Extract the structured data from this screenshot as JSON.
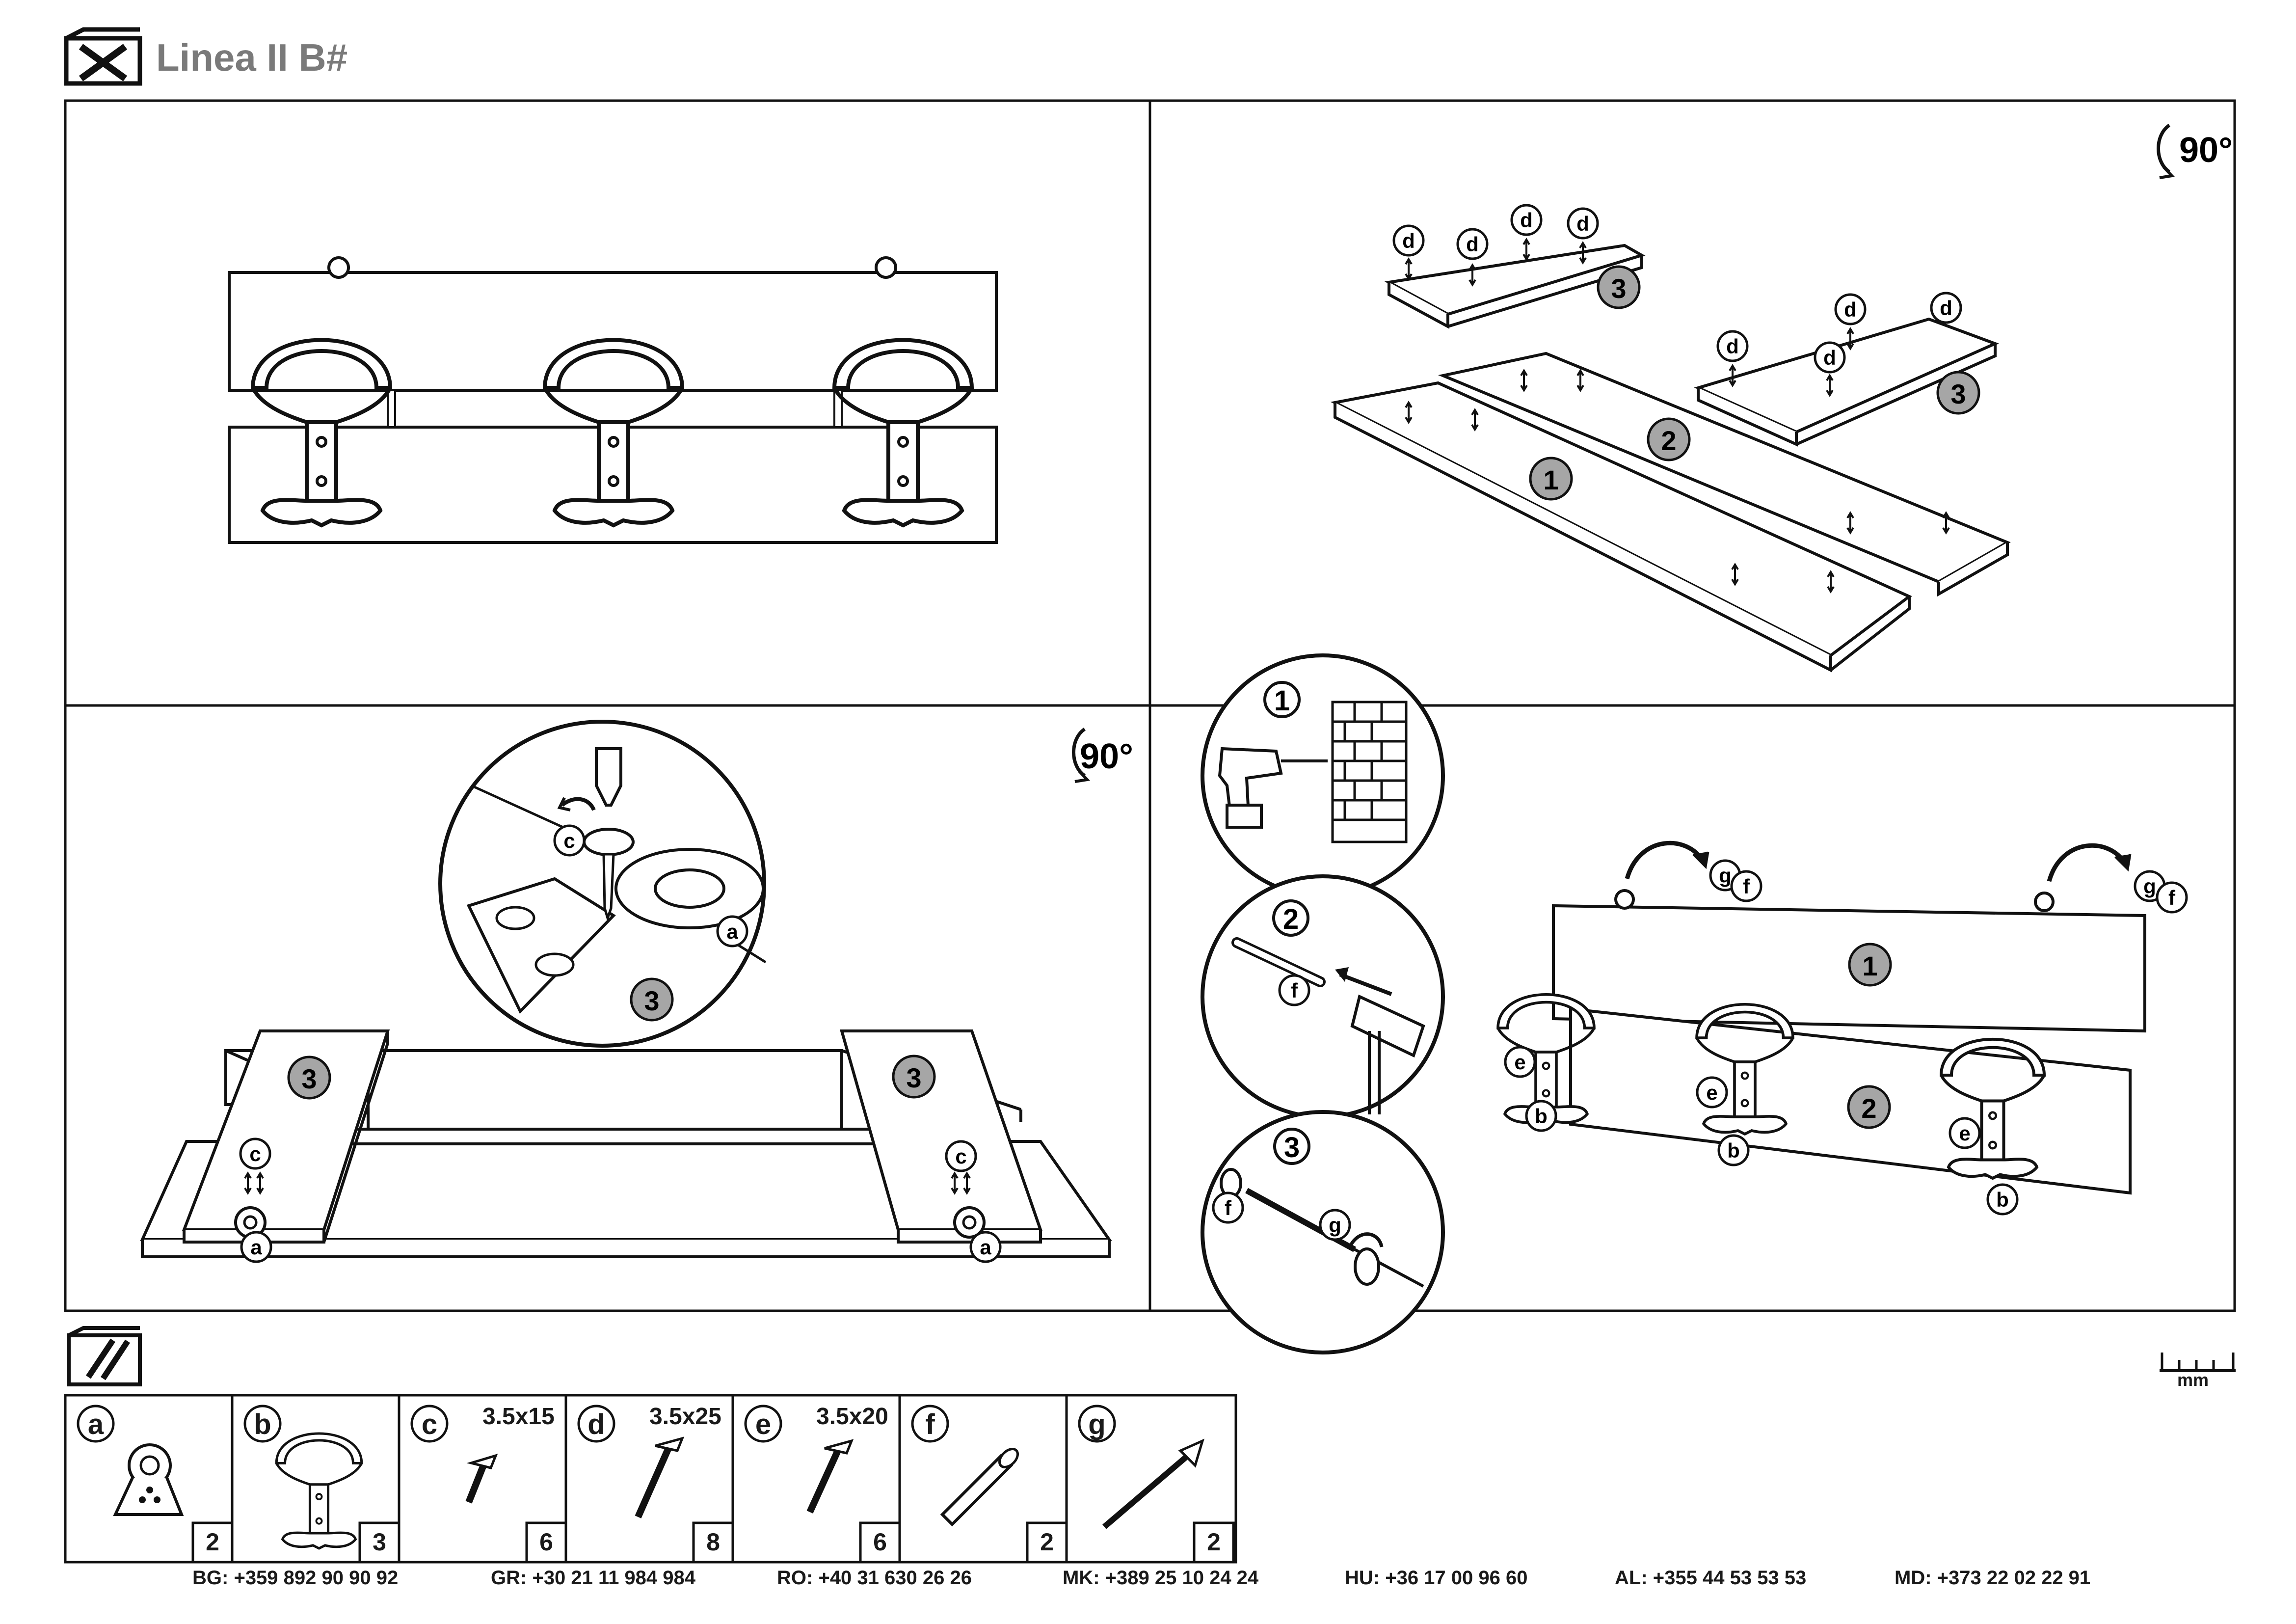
{
  "header": {
    "title": "Linea II B#",
    "tools_icon": "tools-icon"
  },
  "steps": {
    "rotate_label": "90°",
    "panel_numbers": [
      "1",
      "2",
      "3"
    ],
    "callout_numbers": [
      "1",
      "2",
      "3"
    ]
  },
  "parts_header_icon": "screws-icon",
  "ruler_unit": "mm",
  "parts": [
    {
      "letter": "a",
      "size": "",
      "qty": "2"
    },
    {
      "letter": "b",
      "size": "",
      "qty": "3"
    },
    {
      "letter": "c",
      "size": "3.5x15",
      "qty": "6"
    },
    {
      "letter": "d",
      "size": "3.5x25",
      "qty": "8"
    },
    {
      "letter": "e",
      "size": "3.5x20",
      "qty": "6"
    },
    {
      "letter": "f",
      "size": "",
      "qty": "2"
    },
    {
      "letter": "g",
      "size": "",
      "qty": "2"
    }
  ],
  "contacts": [
    {
      "code": "BG:",
      "phone": "+359 892 90 90 92"
    },
    {
      "code": "GR:",
      "phone": "+30 21 11 984 984"
    },
    {
      "code": "RO:",
      "phone": "+40 31 630 26 26"
    },
    {
      "code": "MK:",
      "phone": "+389 25 10 24 24"
    },
    {
      "code": "HU:",
      "phone": "+36 17 00 96 60"
    },
    {
      "code": "AL:",
      "phone": "+355 44 53 53 53"
    },
    {
      "code": "MD:",
      "phone": "+373 22 02 22 91"
    }
  ]
}
